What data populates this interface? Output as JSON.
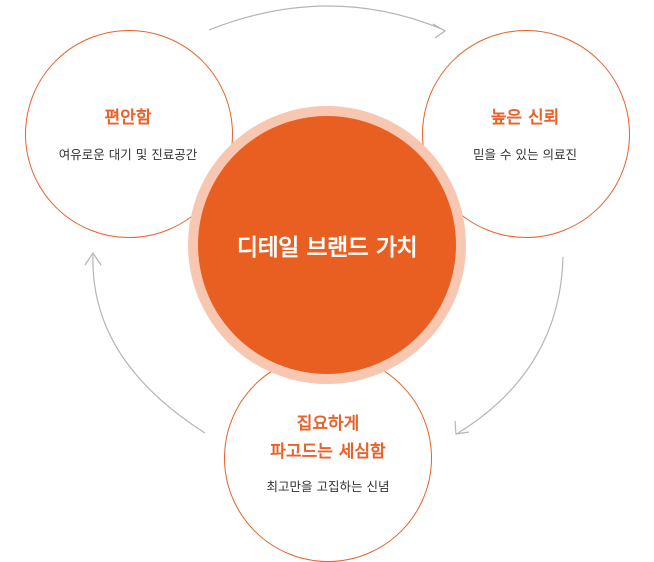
{
  "center": {
    "title": "디테일 브랜드 가치"
  },
  "nodes": {
    "comfort": {
      "title": "편안함",
      "desc": "여유로운 대기 및 진료공간"
    },
    "trust": {
      "title": "높은 신뢰",
      "desc": "믿을 수 있는 의료진"
    },
    "craft": {
      "title_line1": "집요하게",
      "title_line2": "파고드는 세심함",
      "desc": "최고만을 고집하는 신념"
    }
  },
  "colors": {
    "accent": "#e8622a",
    "core": "#e95f22",
    "halo": "#f8c7b1",
    "arrow": "#b0b0b0"
  }
}
